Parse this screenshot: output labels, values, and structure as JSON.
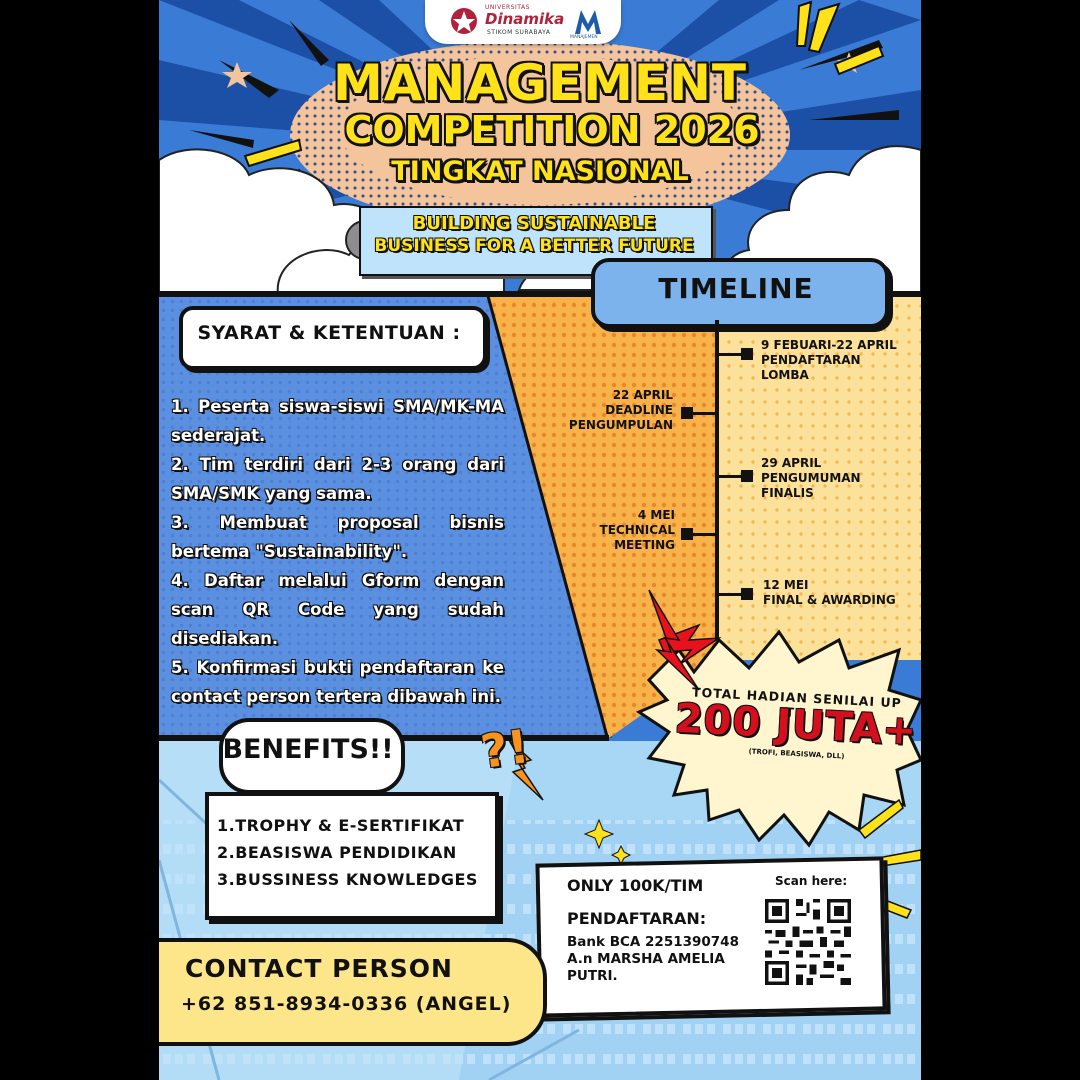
{
  "header": {
    "logo1_small": "UNIVERSITAS",
    "logo1_name": "Dinamika",
    "logo1_sub": "STIKOM SURABAYA",
    "logo2_sub": "MANAJEMEN",
    "title_line1": "MANAGEMENT",
    "title_line2": "COMPETITION 2026",
    "level": "TINGKAT NASIONAL",
    "tagline_line1": "BUILDING SUSTAINABLE",
    "tagline_line2": "BUSINESS FOR A  BETTER FUTURE"
  },
  "syarat": {
    "title": "SYARAT & KETENTUAN :",
    "items": [
      "1. Peserta siswa-siswi SMA/MK-MA sederajat.",
      "2. Tim terdiri dari 2-3 orang dari SMA/SMK yang sama.",
      "3. Membuat proposal bisnis bertema \"Sustainability\".",
      "4. Daftar melalui Gform dengan scan QR Code yang sudah disediakan.",
      "5. Konfirmasi bukti pendaftaran ke contact person tertera dibawah ini."
    ]
  },
  "timeline": {
    "title": "TIMELINE",
    "entries": [
      {
        "date": "9 FEBUARI-22 APRIL",
        "event_line1": "PENDAFTARAN",
        "event_line2": "LOMBA"
      },
      {
        "date": "22 APRIL",
        "event_line1": "DEADLINE",
        "event_line2": "PENGUMPULAN"
      },
      {
        "date": "29 APRIL",
        "event_line1": "PENGUMUMAN",
        "event_line2": "FINALIS"
      },
      {
        "date": "4 MEI",
        "event_line1": "TECHNICAL",
        "event_line2": "MEETING"
      },
      {
        "date": "12 MEI",
        "event_line1": "FINAL & AWARDING",
        "event_line2": ""
      }
    ]
  },
  "prize": {
    "label": "TOTAL HADIAN SENILAI UP TO",
    "amount": "200 JUTA+",
    "note": "(TROFI, BEASISWA, DLL)"
  },
  "benefits": {
    "title": "BENEFITS!!",
    "items": [
      "1.TROPHY & E-SERTIFIKAT",
      "2.BEASISWA PENDIDIKAN",
      "3.BUSSINESS KNOWLEDGES"
    ],
    "exclaim": "?!"
  },
  "fee": {
    "price": "ONLY 100K/TIM",
    "scan_label": "Scan here:",
    "registration_label": "PENDAFTARAN:",
    "bank_line1": "Bank BCA 2251390748",
    "bank_line2": "A.n MARSHA AMELIA",
    "bank_line3": "PUTRI."
  },
  "contact": {
    "title": "CONTACT PERSON",
    "phone": "+62 851-8934-0336 (ANGEL)"
  },
  "colors": {
    "title_yellow": "#ffe21a",
    "sky_blue": "#3a7bd5",
    "panel_blue": "#5b8fe0",
    "panel_orange": "#f8b24a",
    "contact_yellow": "#fde58a",
    "prize_red": "#d4101e"
  }
}
